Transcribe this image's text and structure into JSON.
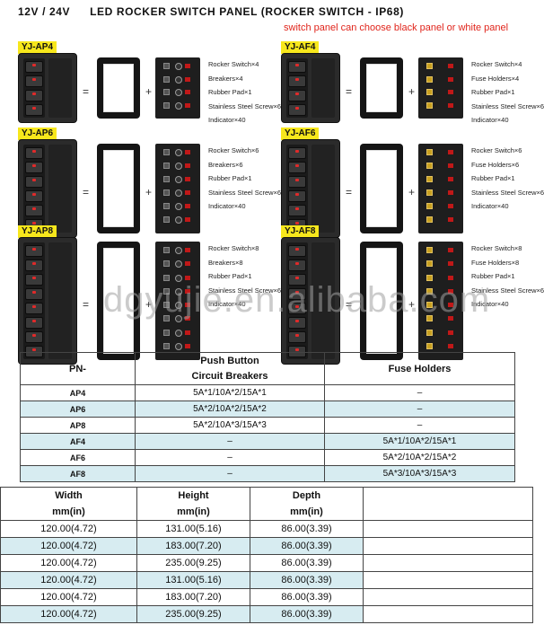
{
  "header": {
    "voltage": "12V / 24V",
    "title": "LED ROCKER SWITCH PANEL (ROCKER SWITCH - IP68)",
    "note": "switch panel can choose black panel or white panel"
  },
  "products": [
    {
      "model": "YJ-AP4",
      "switches": 4,
      "type": "breaker",
      "items": [
        "Rocker Switch×4",
        "Breakers×4",
        "Rubber Pad×1",
        "Stainless Steel Screw×6",
        "Indicator×40"
      ]
    },
    {
      "model": "YJ-AF4",
      "switches": 4,
      "type": "fuse",
      "items": [
        "Rocker Switch×4",
        "Fuse Holders×4",
        "Rubber Pad×1",
        "Stainless Steel Screw×6",
        "Indicator×40"
      ]
    },
    {
      "model": "YJ-AP6",
      "switches": 6,
      "type": "breaker",
      "items": [
        "Rocker Switch×6",
        "Breakers×6",
        "Rubber Pad×1",
        "Stainless Steel Screw×6",
        "Indicator×40"
      ]
    },
    {
      "model": "YJ-AF6",
      "switches": 6,
      "type": "fuse",
      "items": [
        "Rocker Switch×6",
        "Fuse Holders×6",
        "Rubber Pad×1",
        "Stainless Steel Screw×6",
        "Indicator×40"
      ]
    },
    {
      "model": "YJ-AP8",
      "switches": 8,
      "type": "breaker",
      "items": [
        "Rocker Switch×8",
        "Breakers×8",
        "Rubber Pad×1",
        "Stainless Steel Screw×6",
        "Indicator×40"
      ]
    },
    {
      "model": "YJ-AF8",
      "switches": 8,
      "type": "fuse",
      "items": [
        "Rocker Switch×8",
        "Fuse Holders×8",
        "Rubber Pad×1",
        "Stainless Steel Screw×6",
        "Indicator×40"
      ]
    }
  ],
  "operators": {
    "equals": "=",
    "plus": "+"
  },
  "watermark": "dgyujie.en.alibaba.com",
  "spec_table": {
    "headers": {
      "pn": "PN-",
      "push_line1": "Push Button",
      "push_line2": "Circuit Breakers",
      "fuse": "Fuse Holders"
    },
    "rows": [
      {
        "pn": "AP4",
        "push": "5A*1/10A*2/15A*1",
        "fuse": "–"
      },
      {
        "pn": "AP6",
        "push": "5A*2/10A*2/15A*2",
        "fuse": "–"
      },
      {
        "pn": "AP8",
        "push": "5A*2/10A*3/15A*3",
        "fuse": "–"
      },
      {
        "pn": "AF4",
        "push": "–",
        "fuse": "5A*1/10A*2/15A*1"
      },
      {
        "pn": "AF6",
        "push": "–",
        "fuse": "5A*2/10A*2/15A*2"
      },
      {
        "pn": "AF8",
        "push": "–",
        "fuse": "5A*3/10A*3/15A*3"
      }
    ]
  },
  "dim_table": {
    "headers": {
      "width": "Width",
      "height": "Height",
      "depth": "Depth",
      "unit": "mm(in)"
    },
    "rows": [
      {
        "width": "120.00(4.72)",
        "height": "131.00(5.16)",
        "depth": "86.00(3.39)"
      },
      {
        "width": "120.00(4.72)",
        "height": "183.00(7.20)",
        "depth": "86.00(3.39)"
      },
      {
        "width": "120.00(4.72)",
        "height": "235.00(9.25)",
        "depth": "86.00(3.39)"
      },
      {
        "width": "120.00(4.72)",
        "height": "131.00(5.16)",
        "depth": "86.00(3.39)"
      },
      {
        "width": "120.00(4.72)",
        "height": "183.00(7.20)",
        "depth": "86.00(3.39)"
      },
      {
        "width": "120.00(4.72)",
        "height": "235.00(9.25)",
        "depth": "86.00(3.39)"
      }
    ]
  }
}
